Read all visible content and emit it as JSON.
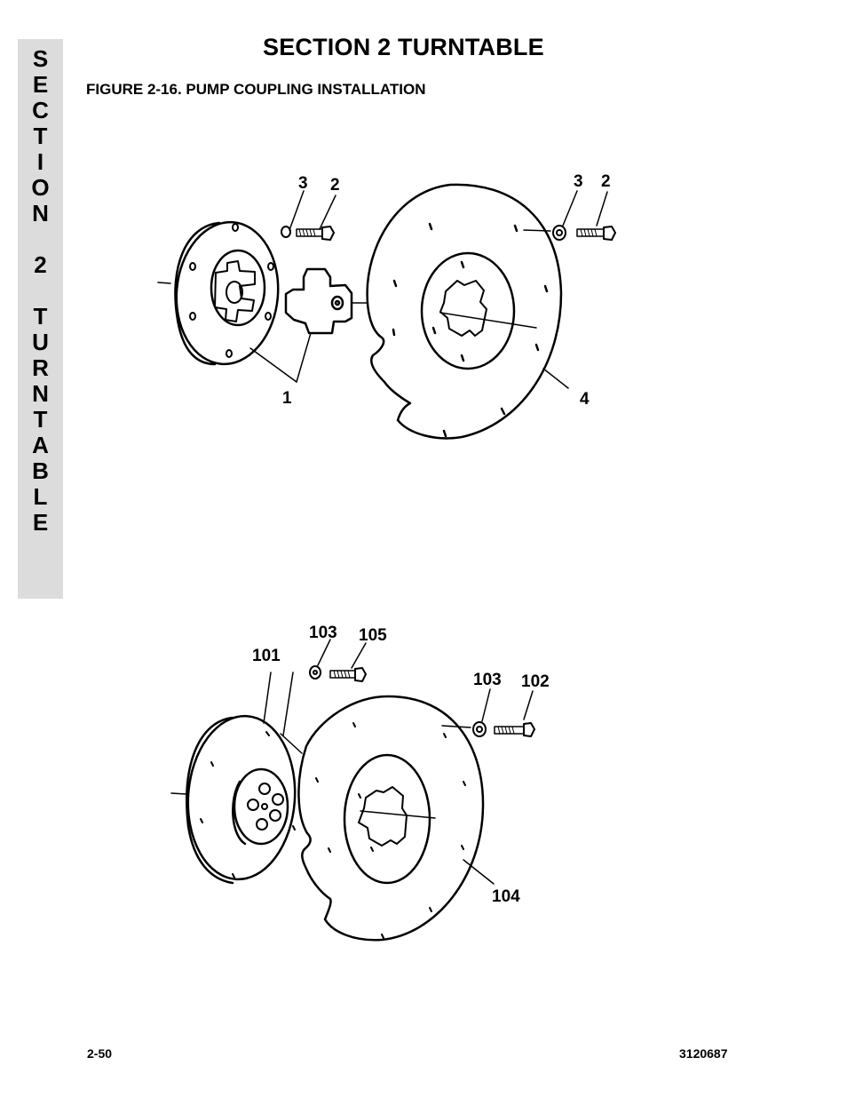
{
  "side_tab": {
    "letters": [
      "S",
      "E",
      "C",
      "T",
      "I",
      "O",
      "N",
      "",
      "2",
      "",
      "T",
      "U",
      "R",
      "N",
      "T",
      "A",
      "B",
      "L",
      "E"
    ]
  },
  "header": {
    "title": "SECTION 2  TURNTABLE"
  },
  "figure": {
    "caption": "FIGURE 2-16.  PUMP COUPLING INSTALLATION",
    "upper_callouts": {
      "washer_left": "3",
      "bolt_left": "2",
      "washer_right": "3",
      "bolt_right": "2",
      "coupling": "1",
      "flywheel_plate": "4"
    },
    "lower_callouts": {
      "hub": "101",
      "washer_left": "103",
      "bolt_left": "105",
      "washer_right": "103",
      "bolt_right": "102",
      "flywheel_plate": "104"
    }
  },
  "footer": {
    "page_number": "2-50",
    "doc_number": "3120687"
  }
}
